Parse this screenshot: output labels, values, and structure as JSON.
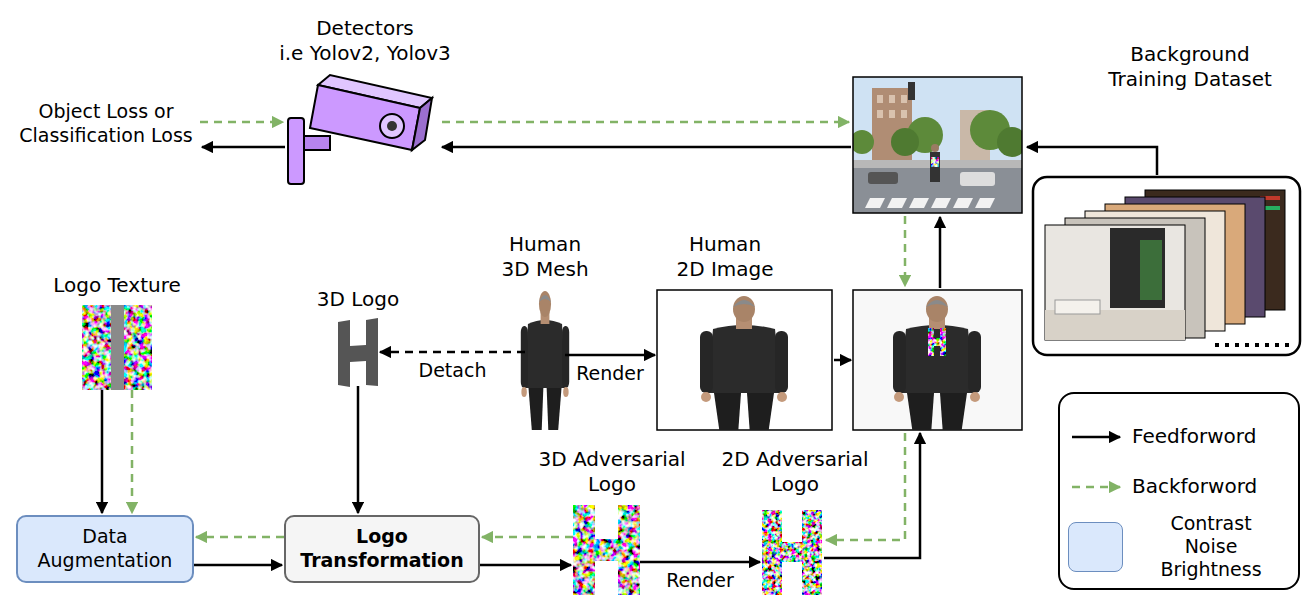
{
  "diagram": {
    "nodes": [
      {
        "text": [
          "Detectors",
          "i.e Yolov2, Yolov3"
        ]
      },
      {
        "text": [
          "Object Loss or Classification Loss"
        ]
      },
      {
        "text": [
          "Background Training Dataset"
        ]
      },
      {
        "text": [
          "Logo Texture"
        ]
      },
      {
        "text": [
          "3D Logo"
        ]
      },
      {
        "text": [
          "Human 3D Mesh"
        ]
      },
      {
        "text": [
          "Human 2D Image"
        ]
      },
      {
        "text": [
          "Data Augmentation"
        ]
      },
      {
        "text": [
          "Logo Transformation"
        ]
      },
      {
        "text": [
          "3D Adversarial Logo"
        ]
      },
      {
        "text": [
          "2D Adversarial Logo"
        ]
      }
    ],
    "edges": [
      {
        "from": 0,
        "to": 1,
        "arrow": "to"
      },
      {
        "from": 1,
        "to": 0,
        "arrow": "to"
      },
      {
        "from": 5,
        "to": 4,
        "label": "Detach",
        "arrow": "to"
      },
      {
        "from": 5,
        "to": 6,
        "label": "Render",
        "arrow": "to"
      },
      {
        "from": 3,
        "to": 7,
        "arrow": "to"
      },
      {
        "from": 3,
        "to": 7,
        "arrow": "to"
      },
      {
        "from": 4,
        "to": 8,
        "arrow": "to"
      },
      {
        "from": 7,
        "to": 8,
        "arrow": "to"
      },
      {
        "from": 8,
        "to": 7,
        "arrow": "to"
      },
      {
        "from": 8,
        "to": 9,
        "arrow": "to"
      },
      {
        "from": 9,
        "to": 8,
        "arrow": "to"
      },
      {
        "from": 9,
        "to": 10,
        "label": "Render",
        "arrow": "to"
      }
    ],
    "legend": [
      {
        "text": "Feedforword"
      },
      {
        "text": "Backforword"
      },
      {
        "text": "Contrast Noise Brightness",
        "color": "#dae8fc"
      }
    ]
  }
}
